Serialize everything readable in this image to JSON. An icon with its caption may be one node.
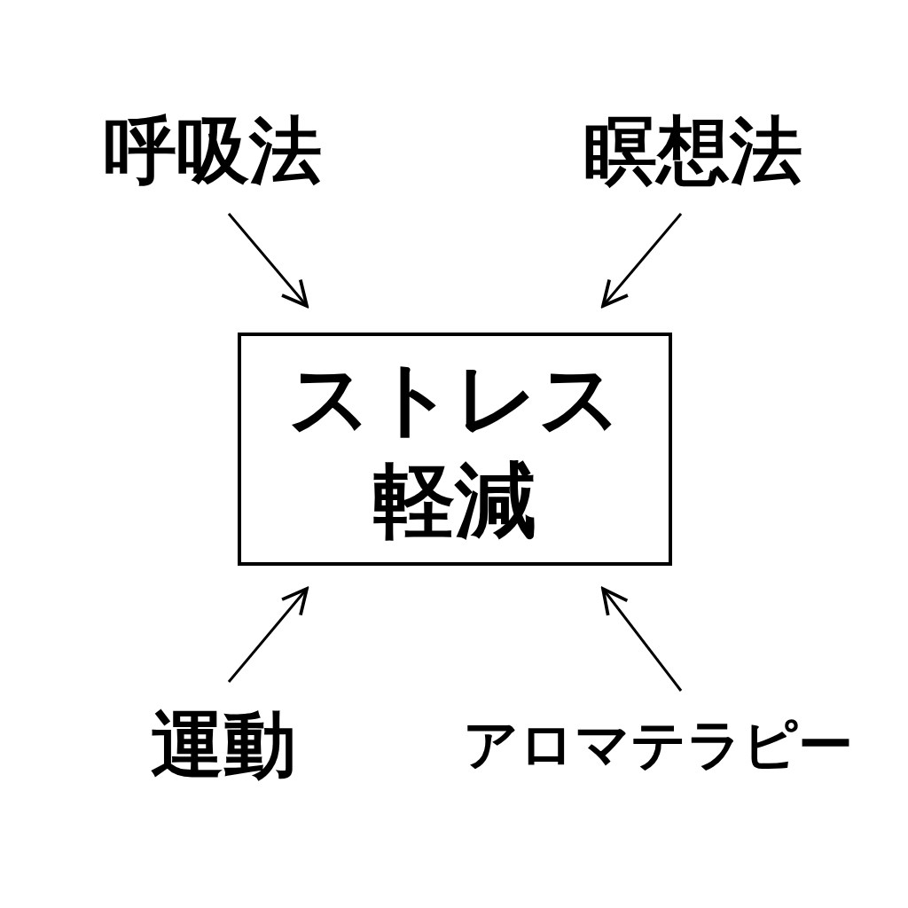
{
  "diagram": {
    "nodes": [
      {
        "text": [
          "呼吸法"
        ]
      },
      {
        "text": [
          "瞑想法"
        ]
      },
      {
        "text": [
          "ストレス軽減"
        ]
      },
      {
        "text": [
          "運動"
        ]
      },
      {
        "text": [
          "アロマテラピー"
        ]
      }
    ],
    "edges": [
      {
        "from": 0,
        "to": 2,
        "arrow": "to"
      },
      {
        "from": 1,
        "to": 2,
        "arrow": "to"
      },
      {
        "from": 3,
        "to": 2,
        "arrow": "to"
      },
      {
        "from": 4,
        "to": 2,
        "arrow": "to"
      }
    ]
  }
}
